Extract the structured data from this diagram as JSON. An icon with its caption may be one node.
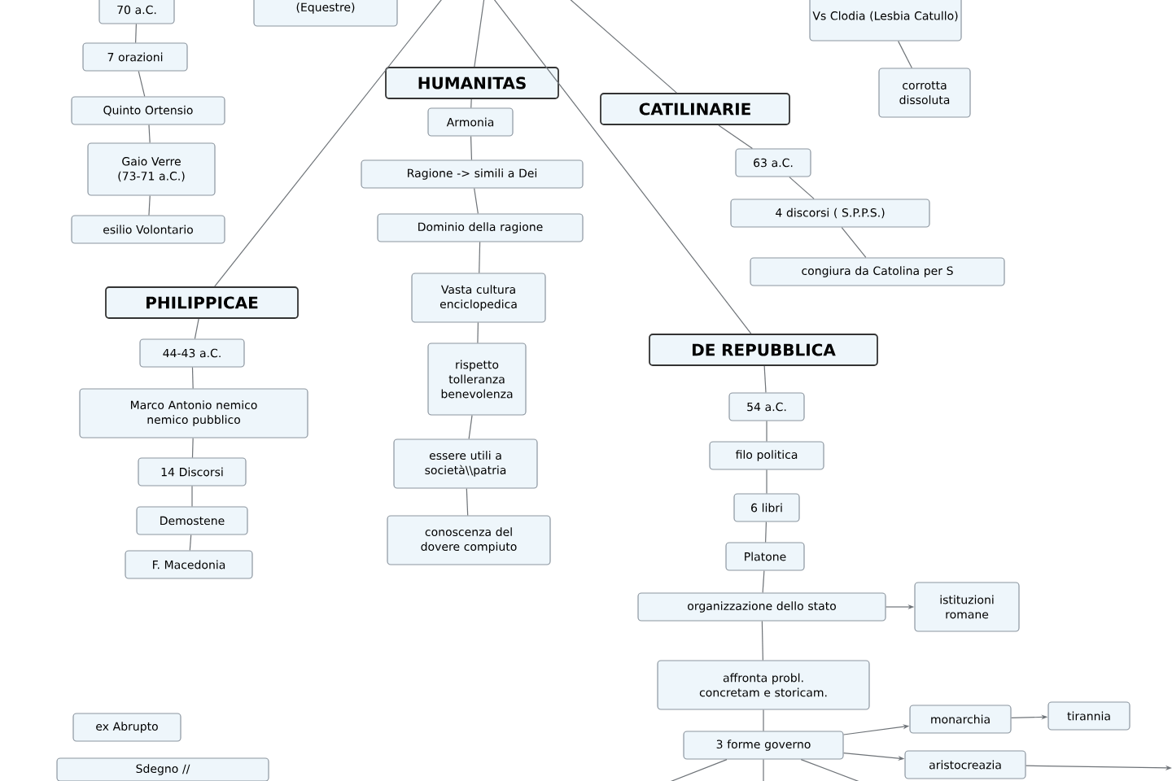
{
  "diagram": {
    "nodes": [
      {
        "text": [
          "70 a.C."
        ]
      },
      {
        "text": [
          "(Equestre)"
        ]
      },
      {
        "text": [
          "Vs Clodia (Lesbia Catullo)"
        ]
      },
      {
        "text": [
          "corrotta dissoluta"
        ]
      },
      {
        "text": [
          "7 orazioni"
        ]
      },
      {
        "text": [
          "Quinto Ortensio"
        ]
      },
      {
        "text": [
          "Gaio Verre (73-71 a.C.)"
        ]
      },
      {
        "text": [
          "esilio Volontario"
        ]
      },
      {
        "text": [
          "HUMANITAS"
        ]
      },
      {
        "text": [
          "Armonia"
        ]
      },
      {
        "text": [
          "Ragione -> simili a Dei"
        ]
      },
      {
        "text": [
          "Dominio della ragione"
        ]
      },
      {
        "text": [
          "Vasta cultura enciclopedica"
        ]
      },
      {
        "text": [
          "rispetto tolleranza benevolenza"
        ]
      },
      {
        "text": [
          "essere utili a società\\\\patria"
        ]
      },
      {
        "text": [
          "conoscenza del dovere compiuto"
        ]
      },
      {
        "text": [
          "CATILINARIE"
        ]
      },
      {
        "text": [
          "63 a.C."
        ]
      },
      {
        "text": [
          "4 discorsi ( S.P.P.S.)"
        ]
      },
      {
        "text": [
          "congiura da Catolina per S"
        ]
      },
      {
        "text": [
          "PHILIPPICAE"
        ]
      },
      {
        "text": [
          "44-43 a.C."
        ]
      },
      {
        "text": [
          "Marco Antonio nemico nemico pubblico"
        ]
      },
      {
        "text": [
          "14 Discorsi"
        ]
      },
      {
        "text": [
          "Demostene"
        ]
      },
      {
        "text": [
          "F. Macedonia"
        ]
      },
      {
        "text": [
          "DE REPUBBLICA"
        ]
      },
      {
        "text": [
          "54 a.C."
        ]
      },
      {
        "text": [
          "filo politica"
        ]
      },
      {
        "text": [
          "6 libri"
        ]
      },
      {
        "text": [
          "Platone"
        ]
      },
      {
        "text": [
          "organizzazione dello stato"
        ]
      },
      {
        "text": [
          "istituzioni romane"
        ]
      },
      {
        "text": [
          "affronta probl. concretam e storicam."
        ]
      },
      {
        "text": [
          "3 forme governo"
        ]
      },
      {
        "text": [
          "monarchia"
        ]
      },
      {
        "text": [
          "tirannia"
        ]
      },
      {
        "text": [
          "aristocreazia"
        ]
      },
      {
        "text": [
          "ex Abrupto"
        ]
      },
      {
        "text": [
          "Sdegno //"
        ]
      }
    ],
    "edges": [
      {
        "from": 0,
        "to": 4,
        "arrow": "none"
      },
      {
        "from": 4,
        "to": 5,
        "arrow": "none"
      },
      {
        "from": 5,
        "to": 6,
        "arrow": "none"
      },
      {
        "from": 6,
        "to": 7,
        "arrow": "none"
      },
      {
        "from": 2,
        "to": 3,
        "arrow": "none"
      },
      {
        "from": null,
        "to": 8,
        "arrow": "none"
      },
      {
        "from": 8,
        "to": 9,
        "arrow": "none"
      },
      {
        "from": 9,
        "to": 10,
        "arrow": "none"
      },
      {
        "from": 10,
        "to": 11,
        "arrow": "none"
      },
      {
        "from": 11,
        "to": 12,
        "arrow": "none"
      },
      {
        "from": 12,
        "to": 13,
        "arrow": "none"
      },
      {
        "from": 13,
        "to": 14,
        "arrow": "none"
      },
      {
        "from": 14,
        "to": 15,
        "arrow": "none"
      },
      {
        "from": null,
        "to": 16,
        "arrow": "none"
      },
      {
        "from": 16,
        "to": 17,
        "arrow": "none"
      },
      {
        "from": 17,
        "to": 18,
        "arrow": "none"
      },
      {
        "from": 18,
        "to": 19,
        "arrow": "none"
      },
      {
        "from": null,
        "to": 20,
        "arrow": "none"
      },
      {
        "from": 20,
        "to": 21,
        "arrow": "none"
      },
      {
        "from": 21,
        "to": 22,
        "arrow": "none"
      },
      {
        "from": 22,
        "to": 23,
        "arrow": "none"
      },
      {
        "from": 23,
        "to": 24,
        "arrow": "none"
      },
      {
        "from": 24,
        "to": 25,
        "arrow": "none"
      },
      {
        "from": null,
        "to": 26,
        "arrow": "none"
      },
      {
        "from": 26,
        "to": 27,
        "arrow": "none"
      },
      {
        "from": 27,
        "to": 28,
        "arrow": "none"
      },
      {
        "from": 28,
        "to": 29,
        "arrow": "none"
      },
      {
        "from": 29,
        "to": 30,
        "arrow": "none"
      },
      {
        "from": 30,
        "to": 31,
        "arrow": "none"
      },
      {
        "from": 31,
        "to": 32,
        "arrow": "to"
      },
      {
        "from": 31,
        "to": 33,
        "arrow": "none"
      },
      {
        "from": 33,
        "to": 34,
        "arrow": "none"
      },
      {
        "from": 34,
        "to": 35,
        "arrow": "to"
      },
      {
        "from": 35,
        "to": 36,
        "arrow": "to"
      },
      {
        "from": 34,
        "to": 37,
        "arrow": "to"
      },
      {
        "from": 37,
        "to": null,
        "arrow": "to"
      },
      {
        "from": 34,
        "to": null,
        "arrow": "none"
      },
      {
        "from": 34,
        "to": null,
        "arrow": "none"
      },
      {
        "from": 34,
        "to": null,
        "arrow": "none"
      }
    ]
  }
}
